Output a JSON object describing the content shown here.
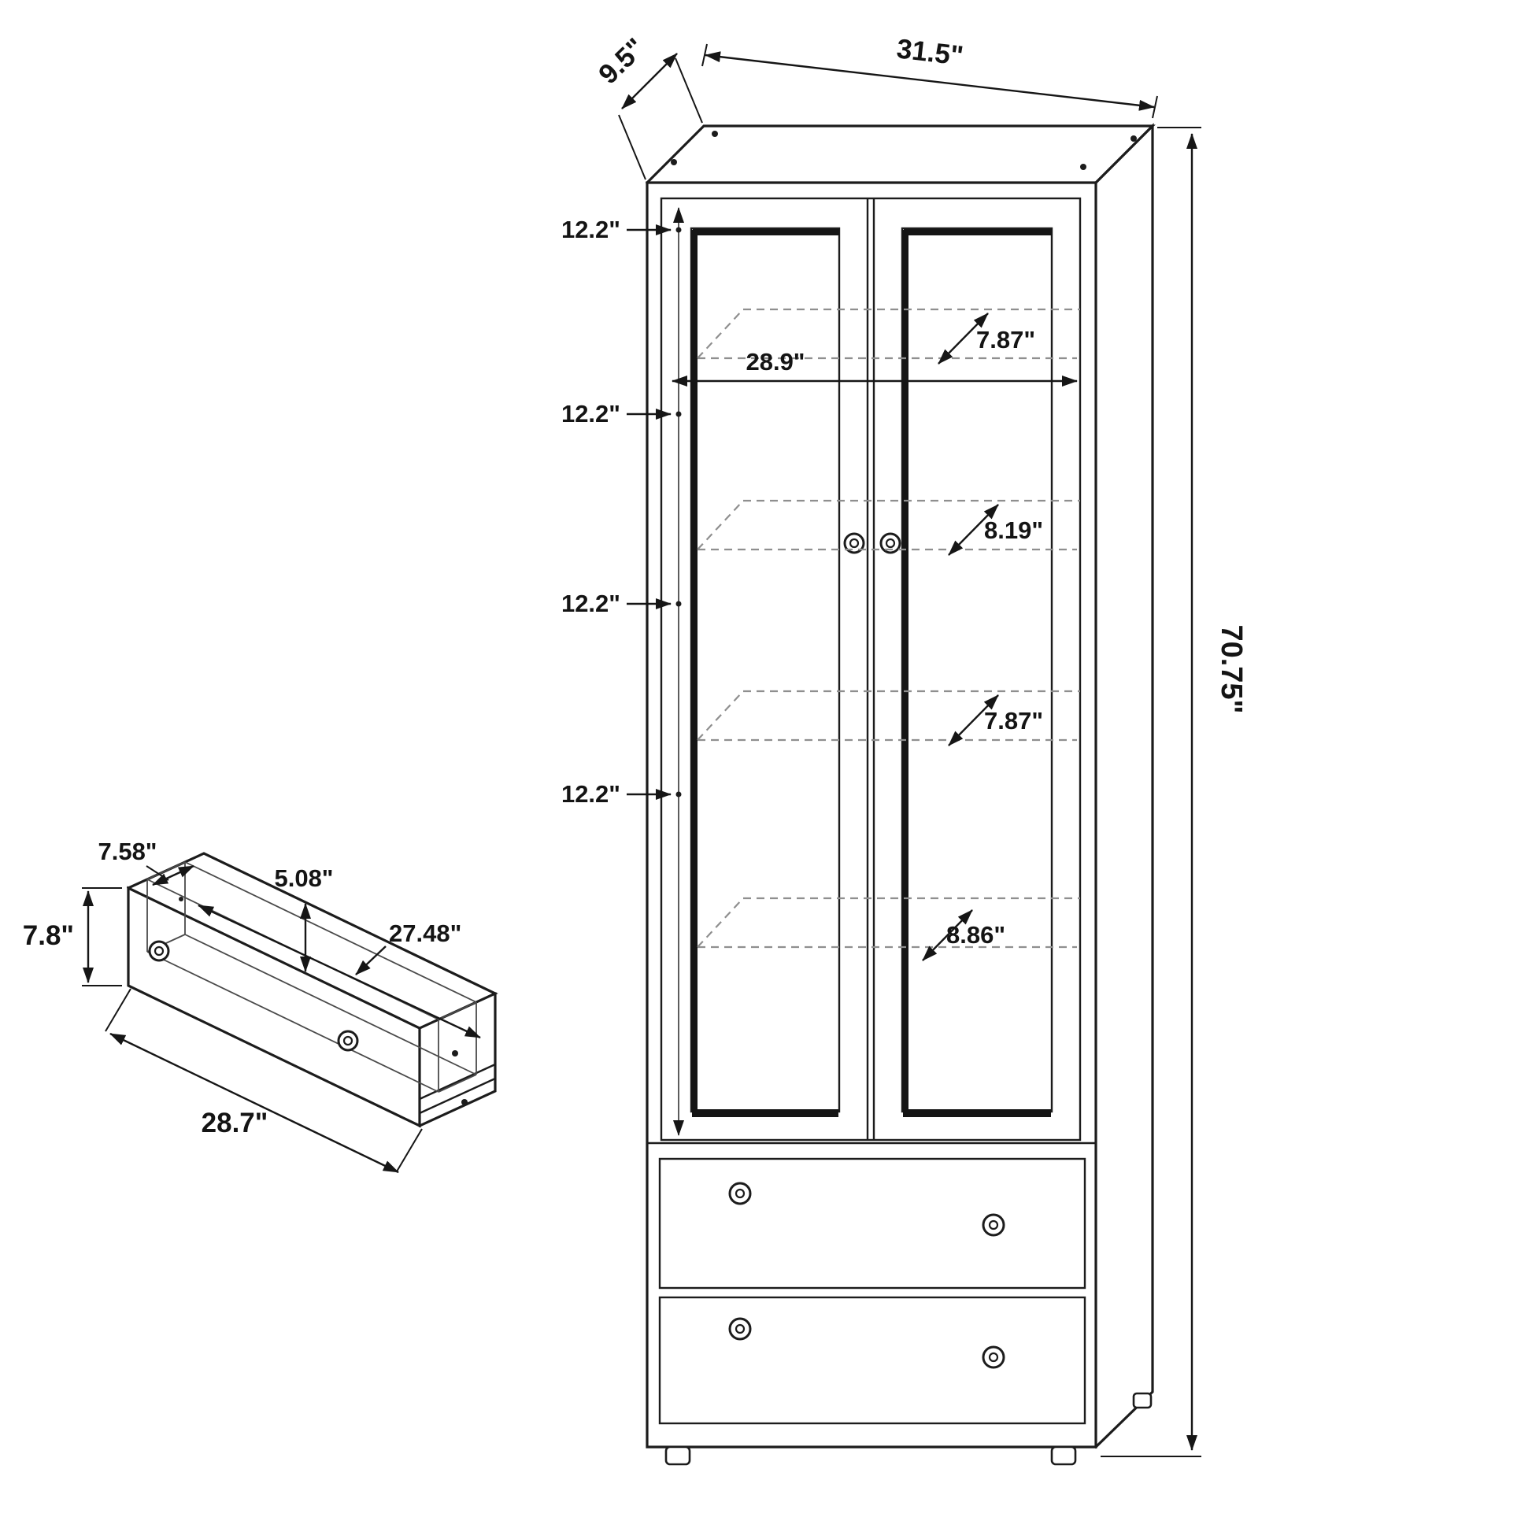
{
  "page": {
    "background": "#ffffff"
  },
  "drawing": {
    "line_color": "#1c1c1c",
    "dashed_color": "#8f8f8f",
    "views": [
      "cabinet-front",
      "drawer-detail"
    ]
  },
  "cabinet": {
    "width_label": "31.5\"",
    "depth_label": "9.5\"",
    "height_label": "70.75\"",
    "interior_width_label": "28.9\"",
    "shelf_spacing_labels": [
      "12.2\"",
      "12.2\"",
      "12.2\"",
      "12.2\""
    ],
    "shelf_depth_labels": [
      "7.87\"",
      "8.19\"",
      "7.87\"",
      "8.86\""
    ]
  },
  "drawer": {
    "inner_width_label": "7.58\"",
    "inner_height_label": "5.08\"",
    "inner_length_label": "27.48\"",
    "front_height_label": "7.8\"",
    "length_label": "28.7\""
  }
}
